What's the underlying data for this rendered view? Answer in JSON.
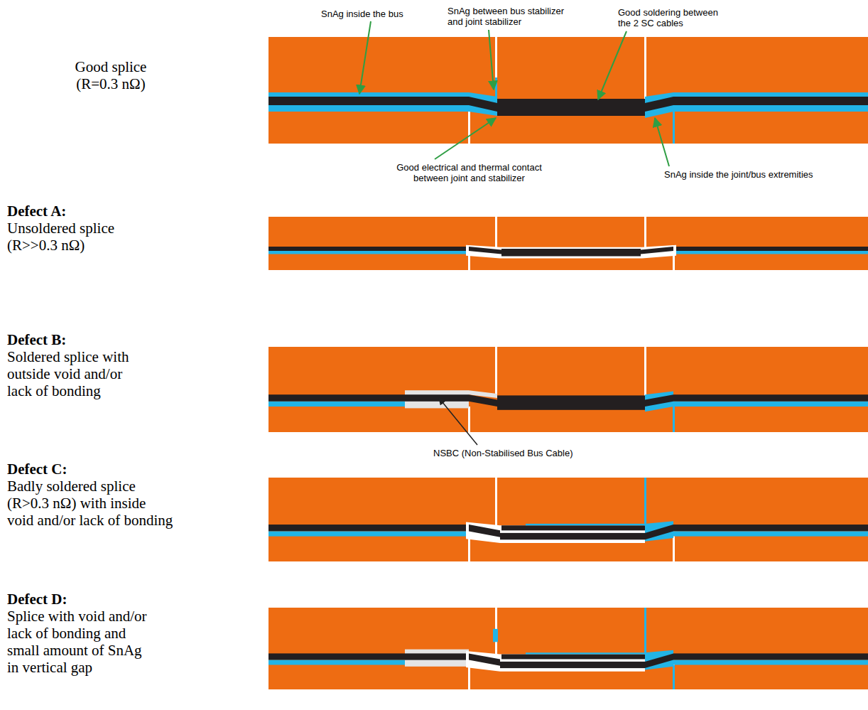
{
  "diagram": {
    "labels": [
      "Good splice (R=0.3 nΩ)",
      "SnAg inside the bus",
      "SnAg between bus stabilizer and joint stabilizer",
      "Good soldering between the 2 SC cables",
      "Good electrical and thermal contact between joint and stabilizer",
      "SnAg inside the joint/bus extremities",
      "Defect A:",
      "Unsoldered splice (R>>0.3 nΩ)",
      "Defect B:",
      "Soldered splice with outside void and/or lack of bonding",
      "NSBC (Non-Stabilised Bus Cable)",
      "Defect C:",
      "Badly soldered splice (R>0.3 nΩ) with inside void and/or lack of bonding",
      "Defect D:",
      "Splice with void and/or lack of bonding and small amount of SnAg in vertical gap"
    ]
  }
}
